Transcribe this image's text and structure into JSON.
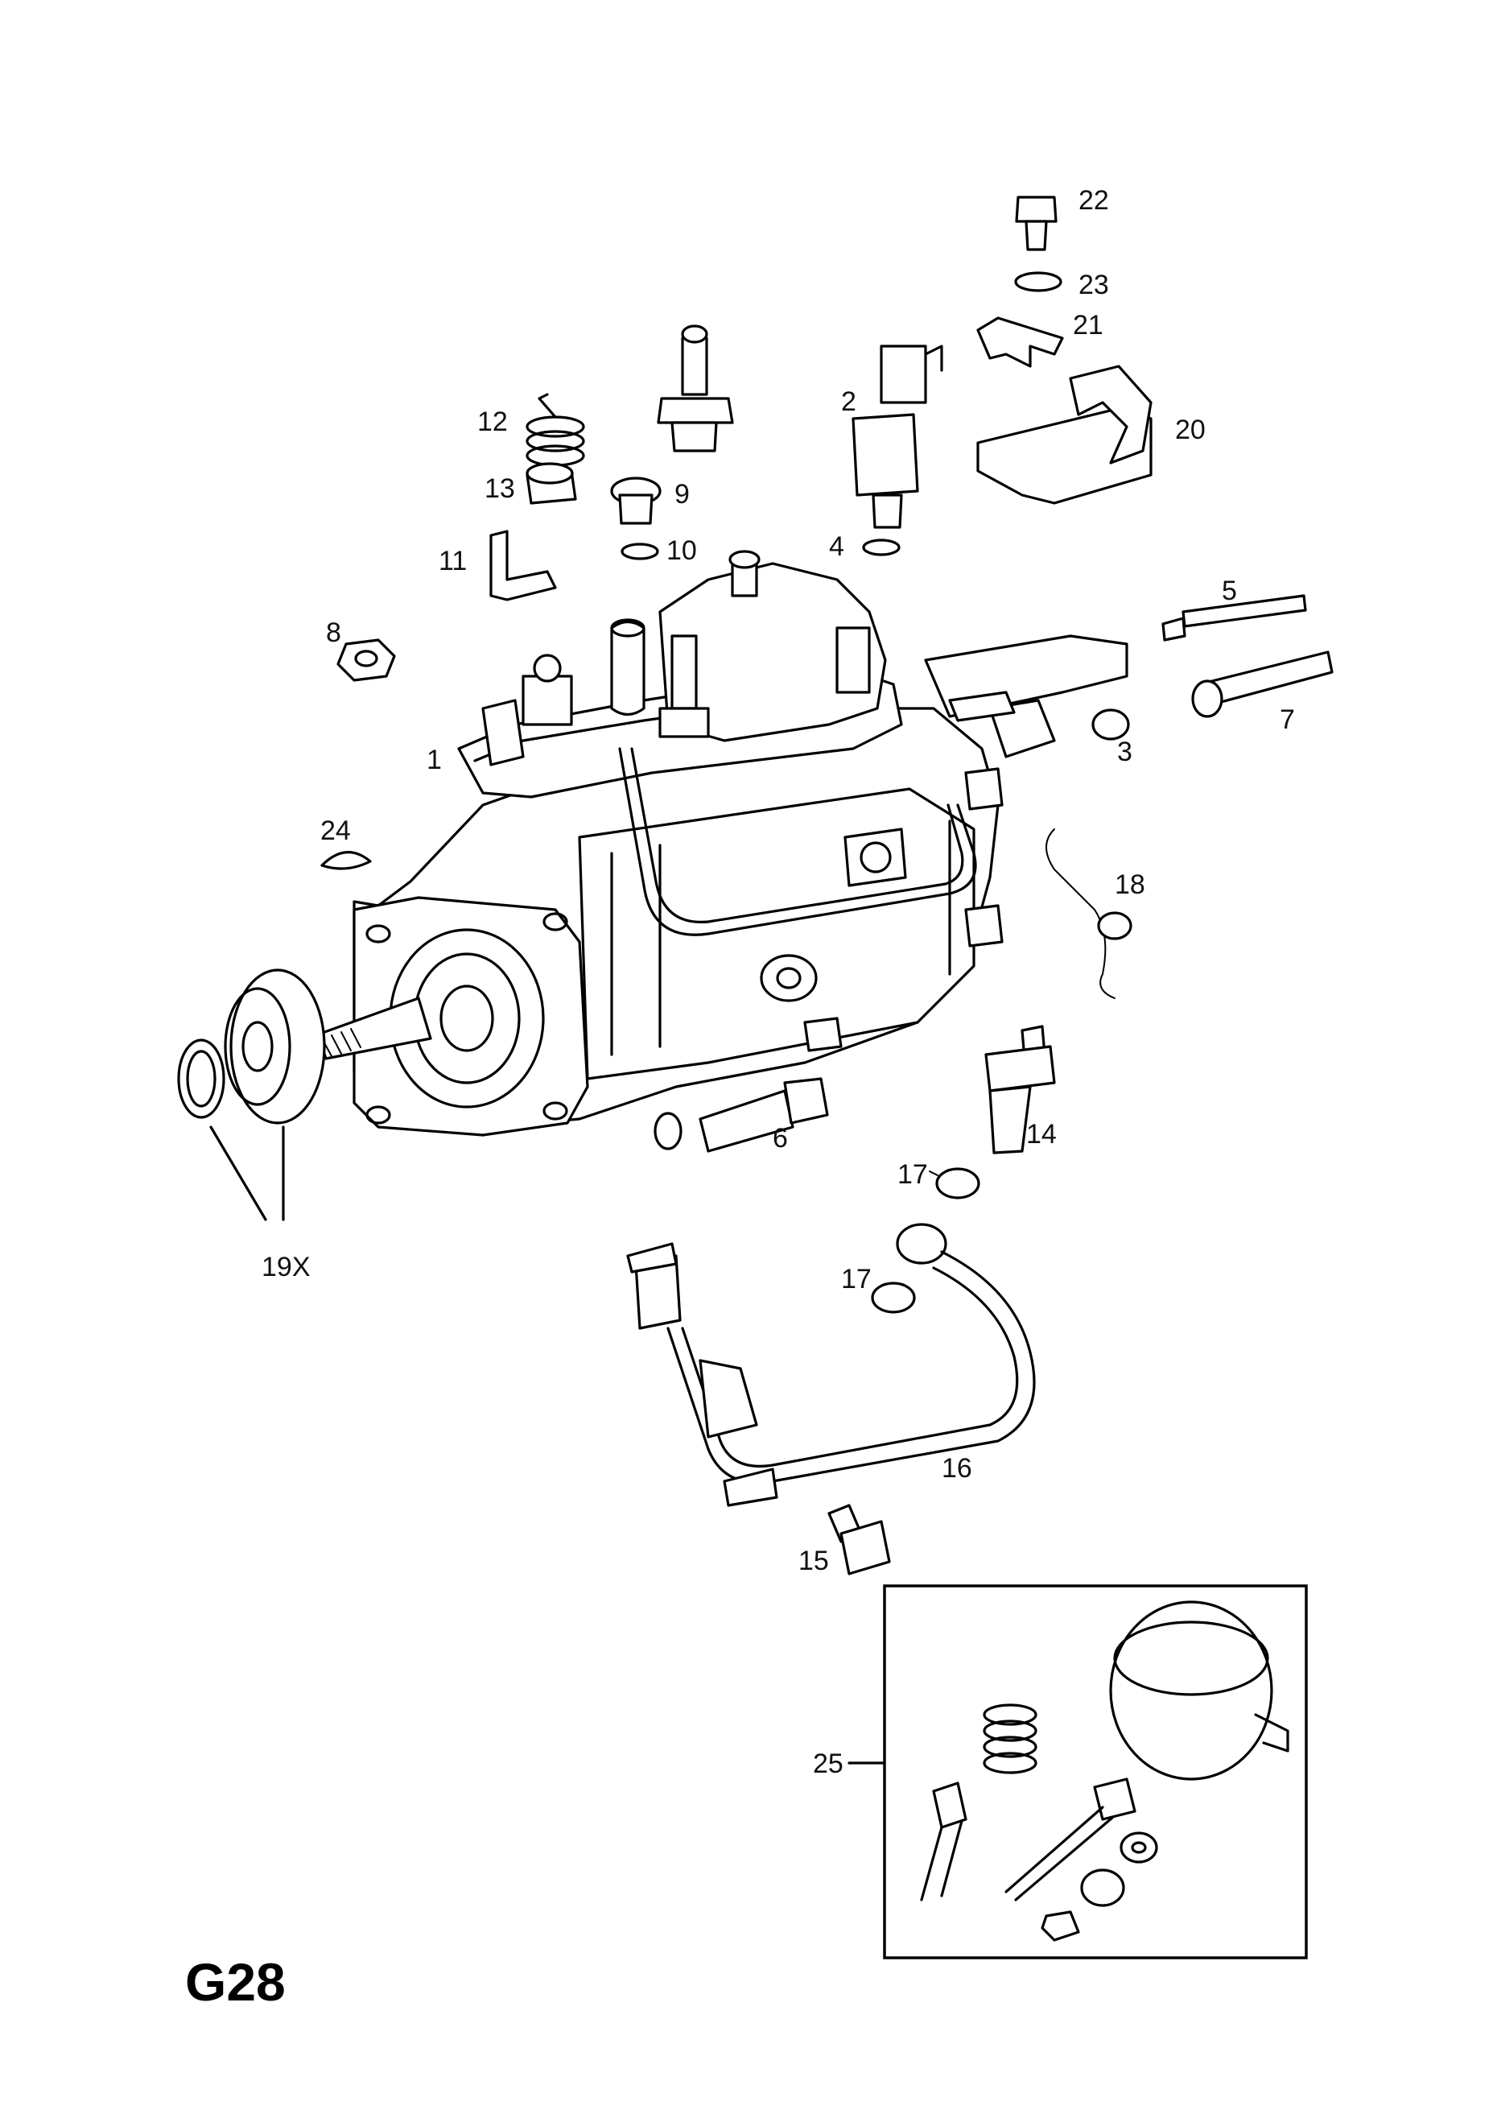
{
  "diagram_code": "G28",
  "callouts": [
    "1",
    "2",
    "3",
    "4",
    "5",
    "6",
    "7",
    "8",
    "9",
    "10",
    "11",
    "12",
    "13",
    "14",
    "15",
    "16",
    "17",
    "17",
    "18",
    "19X",
    "20",
    "21",
    "22",
    "23",
    "24",
    "25"
  ],
  "icons": {
    "main_assembly": "injection-pump-icon",
    "inset_box": "vacuum-actuator-kit-icon"
  }
}
